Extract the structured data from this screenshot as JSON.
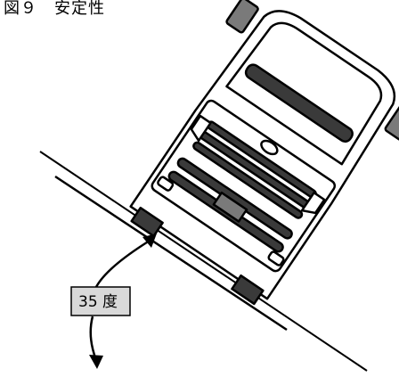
{
  "figure": {
    "title": "図９　安定性",
    "angle_label": "35 度"
  },
  "colors": {
    "stroke": "#000000",
    "dark_fill": "#3a3a3a",
    "mid_fill": "#7a7a7a",
    "label_bg": "#d9d9d9",
    "background": "#ffffff"
  },
  "icons": [
    "truck-front-illustration",
    "curved-arrow-icon"
  ]
}
